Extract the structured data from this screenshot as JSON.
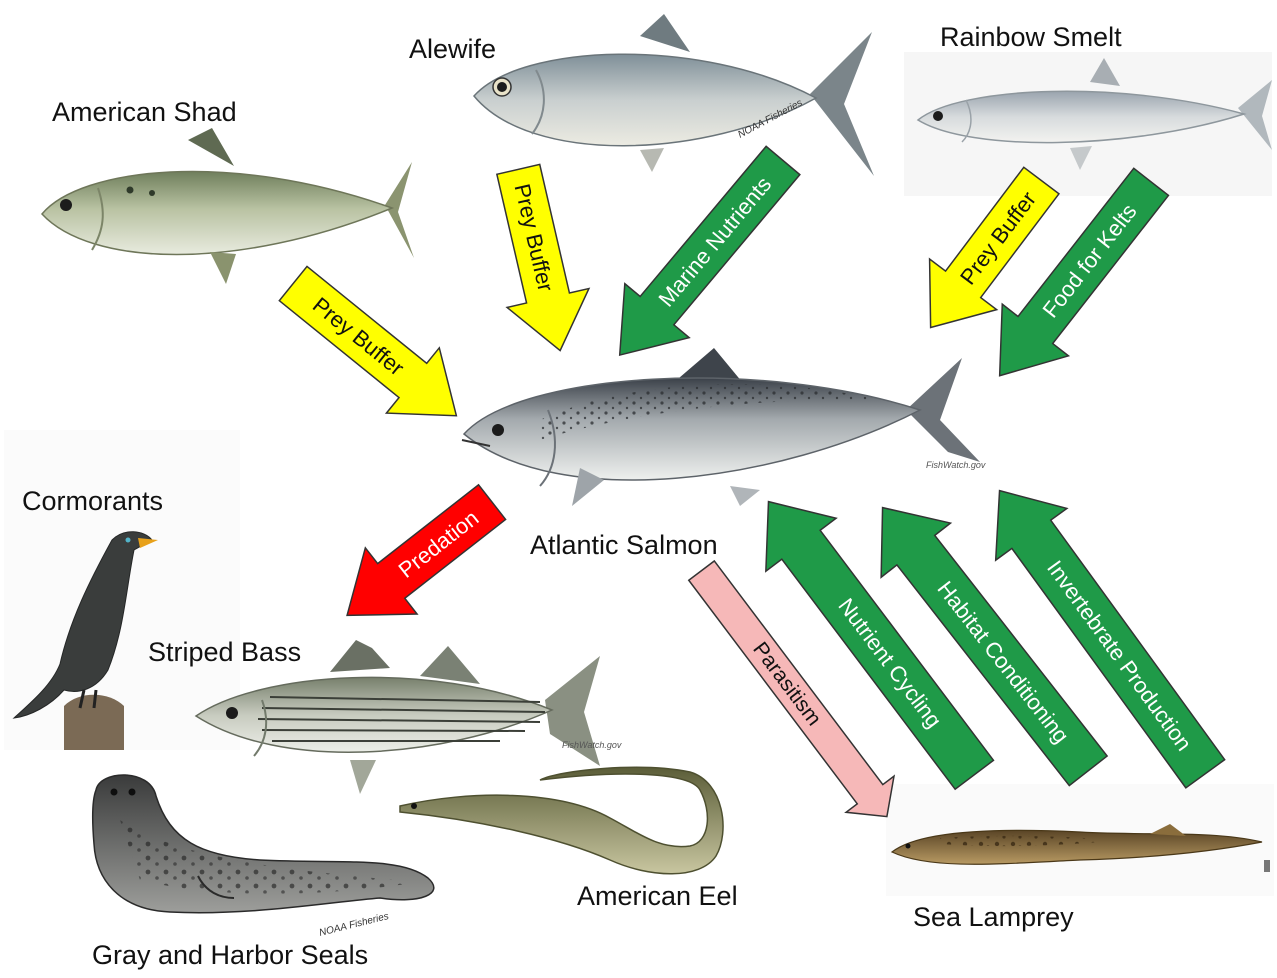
{
  "species": {
    "american_shad": "American Shad",
    "alewife": "Alewife",
    "rainbow_smelt": "Rainbow Smelt",
    "atlantic_salmon": "Atlantic Salmon",
    "cormorants": "Cormorants",
    "striped_bass": "Striped Bass",
    "american_eel": "American Eel",
    "seals": "Gray and Harbor Seals",
    "sea_lamprey": "Sea Lamprey"
  },
  "credits": {
    "alewife": "NOAA Fisheries",
    "salmon": "FishWatch.gov",
    "striped_bass": "FishWatch.gov",
    "seals": "NOAA Fisheries"
  },
  "arrows": {
    "shad_prey_buffer": "Prey Buffer",
    "alewife_prey_buffer": "Prey Buffer",
    "alewife_marine_nutrients": "Marine Nutrients",
    "smelt_prey_buffer": "Prey Buffer",
    "smelt_food_for_kelts": "Food for Kelts",
    "predation": "Predation",
    "parasitism": "Parasitism",
    "nutrient_cycling": "Nutrient Cycling",
    "habitat_conditioning": "Habitat Conditioning",
    "invertebrate_production": "Invertebrate Production"
  },
  "colors": {
    "prey_buffer": "#ffff00",
    "benefit": "#1f9a48",
    "predation": "#ff0000",
    "parasitism": "#f6b8b8",
    "arrow_outline": "#333333"
  }
}
